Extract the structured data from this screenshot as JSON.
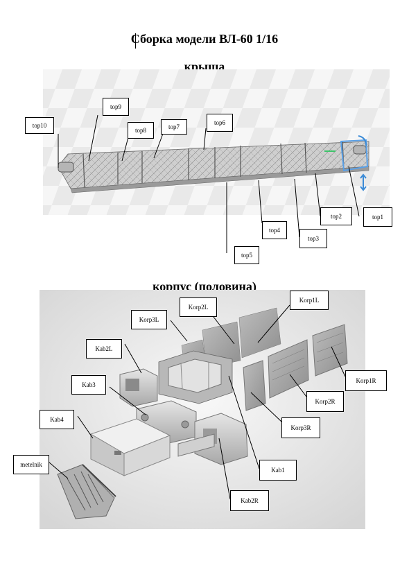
{
  "document": {
    "title": "Сборка модели ВЛ-60 1/16",
    "section_roof": "крыша",
    "section_body": "корпус  (половина)"
  },
  "roof_labels": [
    "top10",
    "top9",
    "top8",
    "top7",
    "top6",
    "top5",
    "top4",
    "top3",
    "top2",
    "top1"
  ],
  "body_labels": [
    "Korp3L",
    "Korp2L",
    "Korp1L",
    "Kab2L",
    "Kab3",
    "Kab4",
    "metelnik",
    "Korp1R",
    "Korp2R",
    "Korp3R",
    "Kab1",
    "Kab2R"
  ]
}
